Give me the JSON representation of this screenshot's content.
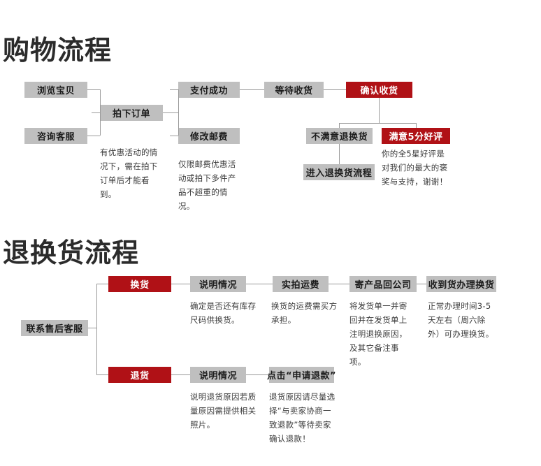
{
  "colors": {
    "gray_box": "#BFBFBF",
    "red_box": "#B01116",
    "title_text": "#2B2B2B",
    "connector": "#9A9A9A",
    "background": "#FFFFFF"
  },
  "sections": [
    {
      "id": "shopping",
      "title": "购物流程",
      "nodes": {
        "browse": "浏览宝贝",
        "consult": "咨询客服",
        "place_order": "拍下订单",
        "pay_success": "支付成功",
        "modify_shipping": "修改邮费",
        "waiting_delivery": "等待收货",
        "confirm_receipt": "确认收货",
        "unsatisfied_return": "不满意退换货",
        "enter_return_flow": "进入退换货流程",
        "satisfied_review": "满意5分好评"
      },
      "notes": {
        "place_order_note": "有优惠活动的情况下，需在拍下订单后才能看到。",
        "modify_shipping_note": "仅限邮费优惠活动或拍下多件产品不超重的情况。",
        "satisfied_review_note": "你的全5星好评是对我们的最大的褒奖与支持，谢谢！"
      }
    },
    {
      "id": "return",
      "title": "退换货流程",
      "nodes": {
        "contact_service": "联系售后客服",
        "exchange": "换货",
        "exchange_explain": "说明情况",
        "actual_shipping": "实拍运费",
        "send_back": "寄产品回公司",
        "process_exchange": "收到货办理换货",
        "refund": "退货",
        "refund_explain": "说明情况",
        "apply_refund": "点击“申请退款”"
      },
      "notes": {
        "exchange_explain_note": "确定是否还有库存尺码供换货。",
        "actual_shipping_note": "换货的运费需买方承担。",
        "send_back_note": "将发货单一并寄回并在发货单上注明退换原因，及其它备注事项。",
        "process_exchange_note": "正常办理时间3-5天左右（周六除外）可办理换货。",
        "refund_explain_note": "说明退货原因若质量原因需提供相关照片。",
        "apply_refund_note": "退货原因请尽量选择“与卖家协商一致退款”等待卖家确认退款！"
      }
    }
  ]
}
